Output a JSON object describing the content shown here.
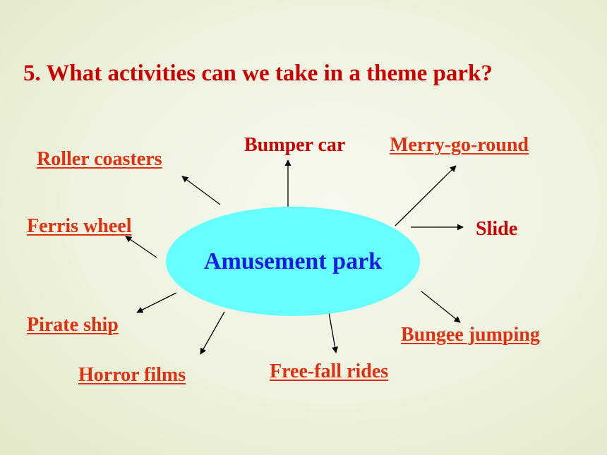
{
  "question": "5. What activities can we take in a theme park?",
  "center": "Amusement park",
  "colors": {
    "question": "#cc0000",
    "center_fill": "#66ffff",
    "center_text": "#1a1ae6",
    "underlined_node": "#e03010",
    "plain_node": "#cc0000",
    "arrow": "#000000"
  },
  "nodes": {
    "roller_coasters": "Roller coasters",
    "bumper_car": "Bumper car",
    "merry_go_round": "Merry-go-round",
    "slide": "Slide",
    "ferris_wheel": "Ferris wheel",
    "pirate_ship": "Pirate ship",
    "bungee_jumping": "Bungee jumping",
    "horror_films": "Horror films",
    "free_fall_rides": "Free-fall rides"
  }
}
